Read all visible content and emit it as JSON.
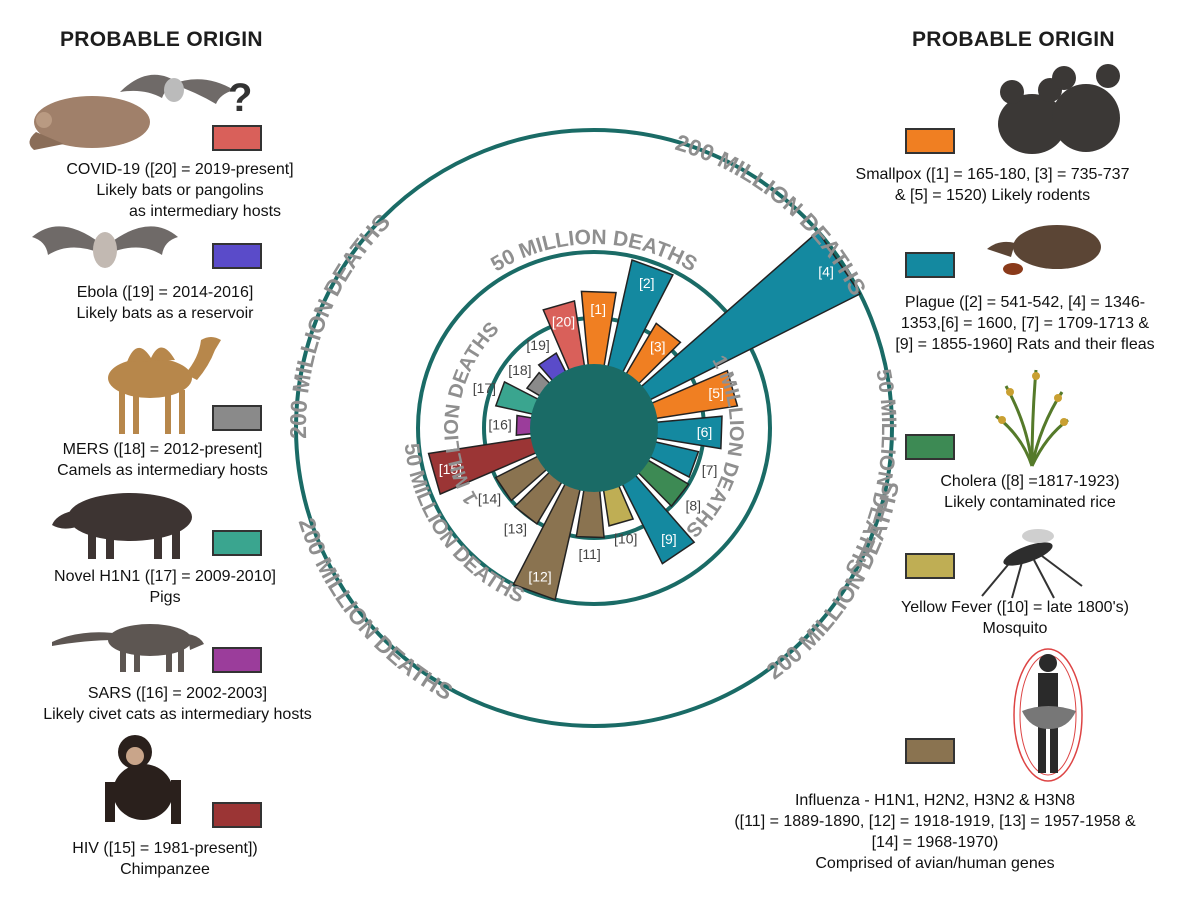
{
  "headings": {
    "left": "PROBABLE ORIGIN",
    "right": "PROBABLE ORIGIN"
  },
  "colors": {
    "covid": "#d9605a",
    "ebola": "#5a4bc9",
    "mers": "#8a8a8a",
    "h1n1": "#3aa58f",
    "sars": "#9b3d9b",
    "hiv": "#9b3535",
    "smallpox": "#f07f22",
    "plague": "#1489a0",
    "cholera": "#3d8a54",
    "yellow_fever": "#bfae54",
    "influenza": "#8a7350",
    "ring": "#1a6b66",
    "center": "#1a6b66"
  },
  "legend_left": [
    {
      "key": "covid",
      "icon": "pangolin-and-bat-icon",
      "lines": [
        "COVID-19 ([20] = 2019-present]",
        "Likely bats or pangolins",
        "as intermediary hosts"
      ]
    },
    {
      "key": "ebola",
      "icon": "bat-icon",
      "lines": [
        "Ebola ([19] = 2014-2016]",
        "Likely bats as a reservoir"
      ]
    },
    {
      "key": "mers",
      "icon": "camel-icon",
      "lines": [
        "MERS ([18] = 2012-present]",
        "Camels as intermediary hosts"
      ]
    },
    {
      "key": "h1n1",
      "icon": "pig-icon",
      "lines": [
        "Novel H1N1 ([17] = 2009-2010]",
        "Pigs"
      ]
    },
    {
      "key": "sars",
      "icon": "civet-icon",
      "lines": [
        "SARS ([16] = 2002-2003]",
        "Likely civet cats as intermediary hosts"
      ]
    },
    {
      "key": "hiv",
      "icon": "chimpanzee-icon",
      "lines": [
        "HIV ([15] = 1981-present])",
        "Chimpanzee"
      ]
    }
  ],
  "legend_right": [
    {
      "key": "smallpox",
      "icon": "rodents-icon",
      "lines": [
        "Smallpox ([1] = 165-180, [3] = 735-737",
        "& [5] = 1520) Likely rodents"
      ]
    },
    {
      "key": "plague",
      "icon": "rat-and-flea-icon",
      "lines": [
        "Plague ([2] = 541-542, [4] = 1346-",
        "1353,[6] = 1600, [7] = 1709-1713 &",
        "[9] = 1855-1960] Rats and their fleas"
      ]
    },
    {
      "key": "cholera",
      "icon": "rice-icon",
      "lines": [
        "Cholera ([8] =1817-1923)",
        "Likely contaminated rice"
      ]
    },
    {
      "key": "yellow_fever",
      "icon": "mosquito-icon",
      "lines": [
        "Yellow Fever ([10] = late 1800's)",
        "Mosquito"
      ]
    },
    {
      "key": "influenza",
      "icon": "human-figure-icon",
      "lines": [
        "Influenza - H1N1, H2N2, H3N2 & H3N8",
        "([11] = 1889-1890, [12] = 1918-1919, [13] = 1957-1958 &",
        "[14] = 1968-1970)",
        "Comprised of avian/human genes"
      ]
    }
  ],
  "question_mark": "?",
  "chart_data": {
    "type": "bar",
    "layout": "radial",
    "scale": "log",
    "rings": [
      {
        "value": 1000000,
        "label": "1 MILLION DEATHS"
      },
      {
        "value": 50000000,
        "label": "50 MILLION DEATHS"
      },
      {
        "value": 200000000,
        "label": "200 MILLION DEATHS"
      }
    ],
    "categories": [
      "[1]",
      "[2]",
      "[3]",
      "[4]",
      "[5]",
      "[6]",
      "[7]",
      "[8]",
      "[9]",
      "[10]",
      "[11]",
      "[12]",
      "[13]",
      "[14]",
      "[15]",
      "[16]",
      "[17]",
      "[18]",
      "[19]",
      "[20]"
    ],
    "diseases": [
      "smallpox",
      "plague",
      "smallpox",
      "plague",
      "smallpox",
      "plague",
      "plague",
      "cholera",
      "plague",
      "yellow_fever",
      "influenza",
      "influenza",
      "influenza",
      "influenza",
      "hiv",
      "sars",
      "h1n1",
      "mers",
      "ebola",
      "covid"
    ],
    "values": [
      5000000,
      40000000,
      2000000,
      200000000,
      8000000,
      3000000,
      600000,
      1000000,
      12000000,
      150000,
      1000000,
      50000000,
      1100000,
      1000000,
      30000000,
      774,
      200000,
      850,
      11000,
      3000000
    ]
  }
}
